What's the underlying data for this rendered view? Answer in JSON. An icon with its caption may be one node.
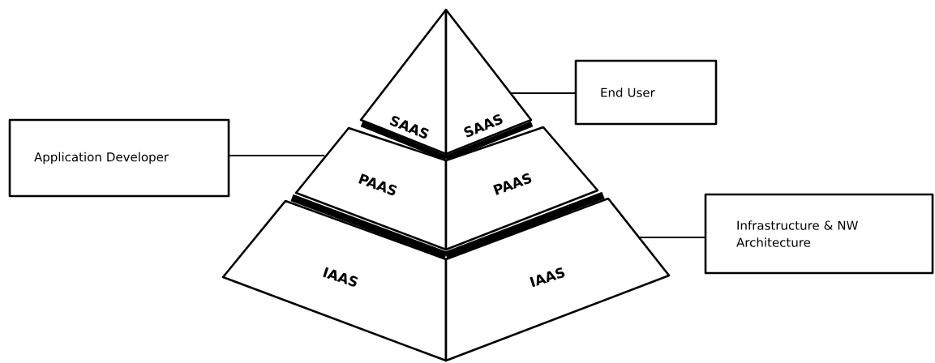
{
  "diagram": {
    "nodes": [
      {
        "text": [
          "SAAS"
        ]
      },
      {
        "text": [
          "SAAS"
        ]
      },
      {
        "text": [
          "PAAS"
        ]
      },
      {
        "text": [
          "PAAS"
        ]
      },
      {
        "text": [
          "IAAS"
        ]
      },
      {
        "text": [
          "IAAS"
        ]
      },
      {
        "text": [
          "End User"
        ]
      },
      {
        "text": [
          "Application Developer"
        ]
      },
      {
        "text": [
          "Infrastructure & NW Architecture"
        ]
      }
    ],
    "edges": [
      {
        "from": 7,
        "to": 2,
        "arrow": "none"
      },
      {
        "from": 6,
        "to": 1,
        "arrow": "none"
      },
      {
        "from": 8,
        "to": 5,
        "arrow": "none"
      }
    ]
  }
}
